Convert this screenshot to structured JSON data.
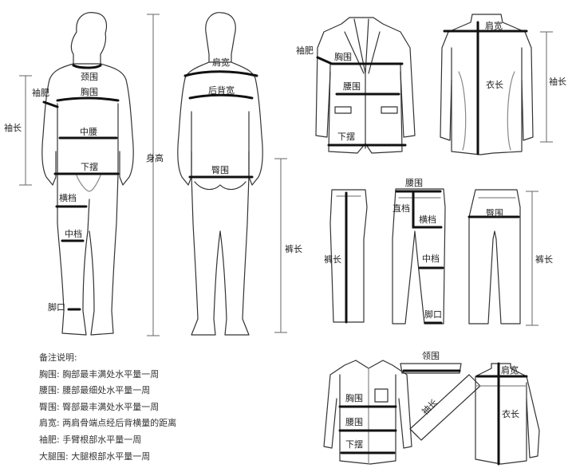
{
  "figures": {
    "body_front": {
      "labels": {
        "neck": "颈围",
        "bicep": "袖肥",
        "chest": "胸围",
        "sleeve_length": "袖长",
        "mid_waist": "中腰",
        "hem": "下摆",
        "thigh": "横档",
        "mid_thigh": "中档",
        "ankle": "脚口"
      }
    },
    "body_back": {
      "labels": {
        "height": "身高",
        "shoulder": "肩宽",
        "back_width": "后背宽",
        "hip": "臀围",
        "pants_length": "裤长"
      }
    },
    "jacket_front": {
      "labels": {
        "bicep": "袖肥",
        "chest": "胸围",
        "waist": "腰围",
        "hem": "下摆"
      }
    },
    "jacket_back": {
      "labels": {
        "shoulder": "肩宽",
        "length": "衣长",
        "sleeve_length": "袖长"
      }
    },
    "pants_side": {
      "labels": {
        "length": "裤长"
      }
    },
    "pants_front": {
      "labels": {
        "waist": "腰围",
        "rise": "直档",
        "thigh": "横档",
        "knee": "中档",
        "hem": "脚口"
      }
    },
    "pants_back": {
      "labels": {
        "hip": "臀围",
        "length": "裤长"
      }
    },
    "shirt_front": {
      "labels": {
        "chest": "胸围",
        "waist": "腰围",
        "hem": "下摆"
      }
    },
    "shirt_collar": {
      "labels": {
        "collar": "领围"
      }
    },
    "shirt_sleeve": {
      "labels": {
        "sleeve_length": "袖长"
      }
    },
    "shirt_back": {
      "labels": {
        "shoulder": "肩宽",
        "length": "衣长"
      }
    }
  },
  "notes": {
    "title": "备注说明:",
    "items": [
      "胸围: 胸部最丰满处水平量一周",
      "腰围: 腰部最细处水平量一周",
      "臀围: 臀部最丰满处水平量一周",
      "肩宽: 两肩骨端点经后背横量的距离",
      "袖肥: 手臂根部水平量一周",
      "大腿围: 大腿根部水平量一周"
    ]
  }
}
